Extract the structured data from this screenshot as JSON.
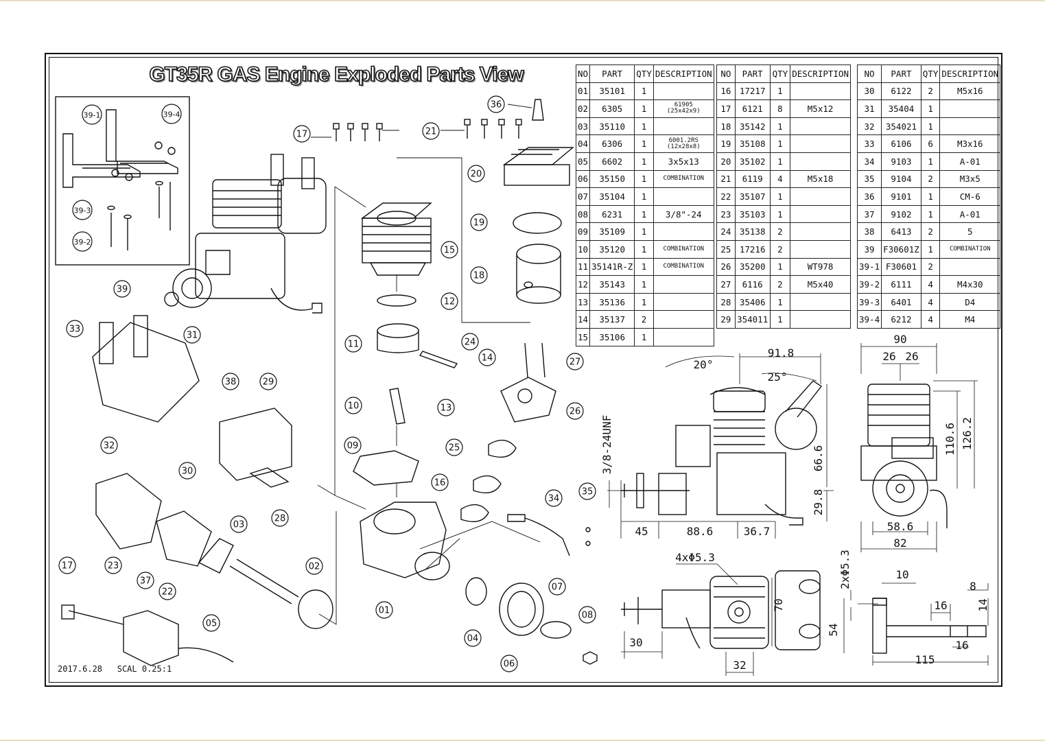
{
  "title": "GT35R GAS Engine Exploded Parts View",
  "footer": {
    "date": "2017.6.28",
    "scale": "SCAL 0.25:1"
  },
  "table_headers": {
    "no": "NO",
    "part": "PART",
    "qty": "QTY",
    "desc": "DESCRIPTION"
  },
  "parts_table_1": [
    {
      "no": "01",
      "part": "35101",
      "qty": "1",
      "desc": ""
    },
    {
      "no": "02",
      "part": "6305",
      "qty": "1",
      "desc": "61905\n(25x42x9)"
    },
    {
      "no": "03",
      "part": "35110",
      "qty": "1",
      "desc": ""
    },
    {
      "no": "04",
      "part": "6306",
      "qty": "1",
      "desc": "6001.2RS\n(12x28x8)"
    },
    {
      "no": "05",
      "part": "6602",
      "qty": "1",
      "desc": "3x5x13"
    },
    {
      "no": "06",
      "part": "35150",
      "qty": "1",
      "desc": "COMBINATION"
    },
    {
      "no": "07",
      "part": "35104",
      "qty": "1",
      "desc": ""
    },
    {
      "no": "08",
      "part": "6231",
      "qty": "1",
      "desc": "3/8\"-24"
    },
    {
      "no": "09",
      "part": "35109",
      "qty": "1",
      "desc": ""
    },
    {
      "no": "10",
      "part": "35120",
      "qty": "1",
      "desc": "COMBINATION"
    },
    {
      "no": "11",
      "part": "35141R-Z",
      "qty": "1",
      "desc": "COMBINATION"
    },
    {
      "no": "12",
      "part": "35143",
      "qty": "1",
      "desc": ""
    },
    {
      "no": "13",
      "part": "35136",
      "qty": "1",
      "desc": ""
    },
    {
      "no": "14",
      "part": "35137",
      "qty": "2",
      "desc": ""
    },
    {
      "no": "15",
      "part": "35106",
      "qty": "1",
      "desc": ""
    }
  ],
  "parts_table_2": [
    {
      "no": "16",
      "part": "17217",
      "qty": "1",
      "desc": ""
    },
    {
      "no": "17",
      "part": "6121",
      "qty": "8",
      "desc": "M5x12"
    },
    {
      "no": "18",
      "part": "35142",
      "qty": "1",
      "desc": ""
    },
    {
      "no": "19",
      "part": "35108",
      "qty": "1",
      "desc": ""
    },
    {
      "no": "20",
      "part": "35102",
      "qty": "1",
      "desc": ""
    },
    {
      "no": "21",
      "part": "6119",
      "qty": "4",
      "desc": "M5x18"
    },
    {
      "no": "22",
      "part": "35107",
      "qty": "1",
      "desc": ""
    },
    {
      "no": "23",
      "part": "35103",
      "qty": "1",
      "desc": ""
    },
    {
      "no": "24",
      "part": "35138",
      "qty": "2",
      "desc": ""
    },
    {
      "no": "25",
      "part": "17216",
      "qty": "2",
      "desc": ""
    },
    {
      "no": "26",
      "part": "35200",
      "qty": "1",
      "desc": "WT978"
    },
    {
      "no": "27",
      "part": "6116",
      "qty": "2",
      "desc": "M5x40"
    },
    {
      "no": "28",
      "part": "35406",
      "qty": "1",
      "desc": ""
    },
    {
      "no": "29",
      "part": "354011",
      "qty": "1",
      "desc": ""
    }
  ],
  "parts_table_3": [
    {
      "no": "30",
      "part": "6122",
      "qty": "2",
      "desc": "M5x16"
    },
    {
      "no": "31",
      "part": "35404",
      "qty": "1",
      "desc": ""
    },
    {
      "no": "32",
      "part": "354021",
      "qty": "1",
      "desc": ""
    },
    {
      "no": "33",
      "part": "6106",
      "qty": "6",
      "desc": "M3x16"
    },
    {
      "no": "34",
      "part": "9103",
      "qty": "1",
      "desc": "A-01"
    },
    {
      "no": "35",
      "part": "9104",
      "qty": "2",
      "desc": "M3x5"
    },
    {
      "no": "36",
      "part": "9101",
      "qty": "1",
      "desc": "CM-6"
    },
    {
      "no": "37",
      "part": "9102",
      "qty": "1",
      "desc": "A-01"
    },
    {
      "no": "38",
      "part": "6413",
      "qty": "2",
      "desc": "5"
    },
    {
      "no": "39",
      "part": "F30601Z",
      "qty": "1",
      "desc": "COMBINATION"
    },
    {
      "no": "39-1",
      "part": "F30601",
      "qty": "2",
      "desc": ""
    },
    {
      "no": "39-2",
      "part": "6111",
      "qty": "4",
      "desc": "M4x30"
    },
    {
      "no": "39-3",
      "part": "6401",
      "qty": "4",
      "desc": "D4"
    },
    {
      "no": "39-4",
      "part": "6212",
      "qty": "4",
      "desc": "M4"
    }
  ],
  "callouts": [
    "01",
    "02",
    "03",
    "04",
    "05",
    "06",
    "07",
    "08",
    "09",
    "10",
    "11",
    "12",
    "13",
    "14",
    "15",
    "16",
    "17",
    "17",
    "18",
    "19",
    "20",
    "21",
    "22",
    "23",
    "24",
    "25",
    "26",
    "27",
    "28",
    "29",
    "30",
    "31",
    "32",
    "33",
    "34",
    "35",
    "36",
    "37",
    "38",
    "39",
    "39-1",
    "39-2",
    "39-3",
    "39-4"
  ],
  "dimensions": {
    "side_view": [
      "20°",
      "91.8",
      "25°",
      "3/8-24UNF",
      "66.6",
      "29.8",
      "45",
      "88.6",
      "36.7"
    ],
    "front_view": [
      "90",
      "26",
      "26",
      "110.6",
      "126.2",
      "58.6",
      "82"
    ],
    "top_view": [
      "4xΦ5.3",
      "70",
      "30",
      "32"
    ],
    "bracket_view": [
      "2xΦ5.3",
      "10",
      "8",
      "16",
      "14",
      "54",
      "16",
      "115"
    ]
  }
}
